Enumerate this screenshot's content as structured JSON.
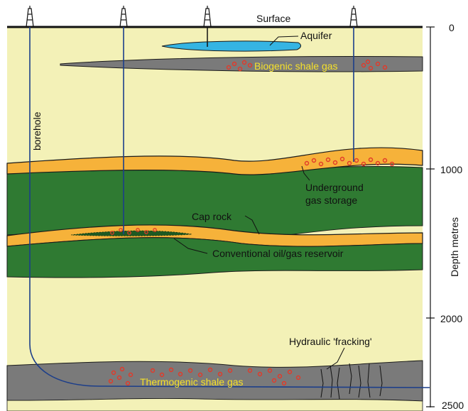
{
  "labels": {
    "surface": "Surface",
    "aquifer": "Aquifer",
    "biogenic": "Biogenic shale gas",
    "borehole": "borehole",
    "underground_1": "Underground",
    "underground_2": "gas storage",
    "cap_rock": "Cap rock",
    "conventional": "Conventional oil/gas reservoir",
    "fracking": "Hydraulic 'fracking'",
    "thermogenic": "Thermogenic shale gas"
  },
  "depth_axis": {
    "title": "Depth metres",
    "ticks": [
      "0",
      "1000",
      "2000",
      "2500"
    ]
  },
  "colors": {
    "ground": "#f3f1b7",
    "shale": "#7a7a7a",
    "sandstone": "#f6b23a",
    "green": "#2f7a32",
    "aquifer": "#35b4e3",
    "bubble": "#e23a2a",
    "borehole": "#1c3e8a"
  }
}
